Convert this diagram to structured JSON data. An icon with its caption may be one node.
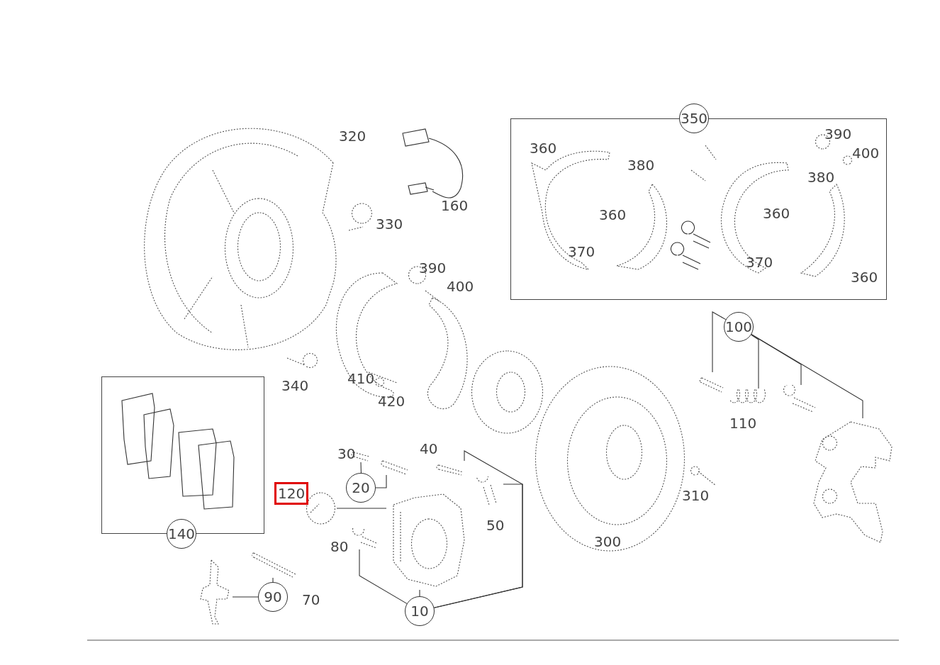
{
  "diagram": {
    "nodes": [
      {
        "text": [
          "350"
        ]
      },
      {
        "text": [
          "140"
        ]
      },
      {
        "text": [
          "100"
        ]
      },
      {
        "text": [],
        "shape": "picture"
      },
      {
        "text": [],
        "shape": "picture"
      },
      {
        "text": [],
        "shape": "picture"
      },
      {
        "text": [],
        "shape": "picture"
      },
      {
        "text": [
          "20"
        ]
      },
      {
        "text": [],
        "shape": "picture"
      },
      {
        "text": [],
        "shape": "picture"
      },
      {
        "text": [],
        "shape": "picture"
      },
      {
        "text": [],
        "shape": "picture"
      },
      {
        "text": [
          "10"
        ]
      },
      {
        "text": [],
        "shape": "picture"
      },
      {
        "text": [],
        "shape": "picture"
      },
      {
        "text": [],
        "shape": "picture"
      },
      {
        "text": [
          "90"
        ]
      },
      {
        "text": [],
        "shape": "picture"
      },
      {
        "text": [],
        "shape": "picture"
      }
    ],
    "edges": [
      {
        "from": 2,
        "to": 3,
        "arrow": "none"
      },
      {
        "from": 2,
        "to": 4,
        "arrow": "none"
      },
      {
        "from": 2,
        "to": 5,
        "arrow": "none"
      },
      {
        "from": 2,
        "to": 6,
        "arrow": "none"
      },
      {
        "from": 7,
        "to": 8,
        "arrow": "none"
      },
      {
        "from": 7,
        "to": 9,
        "arrow": "none"
      },
      {
        "from": 10,
        "to": 11,
        "arrow": "none"
      },
      {
        "from": 12,
        "to": 11,
        "arrow": "none"
      },
      {
        "from": 12,
        "to": 13,
        "arrow": "none"
      },
      {
        "from": 12,
        "to": 14,
        "arrow": "none"
      },
      {
        "from": 12,
        "to": 15,
        "arrow": "none"
      },
      {
        "from": 16,
        "to": 17,
        "arrow": "none"
      },
      {
        "from": 16,
        "to": 18,
        "arrow": "none"
      }
    ],
    "labels": [
      "320",
      "160",
      "330",
      "390",
      "400",
      "340",
      "410",
      "420",
      "30",
      "40",
      "120",
      "50",
      "80",
      "70",
      "300",
      "310",
      "110",
      "360",
      "380",
      "390",
      "400",
      "380",
      "360",
      "360",
      "370",
      "370",
      "360"
    ]
  }
}
